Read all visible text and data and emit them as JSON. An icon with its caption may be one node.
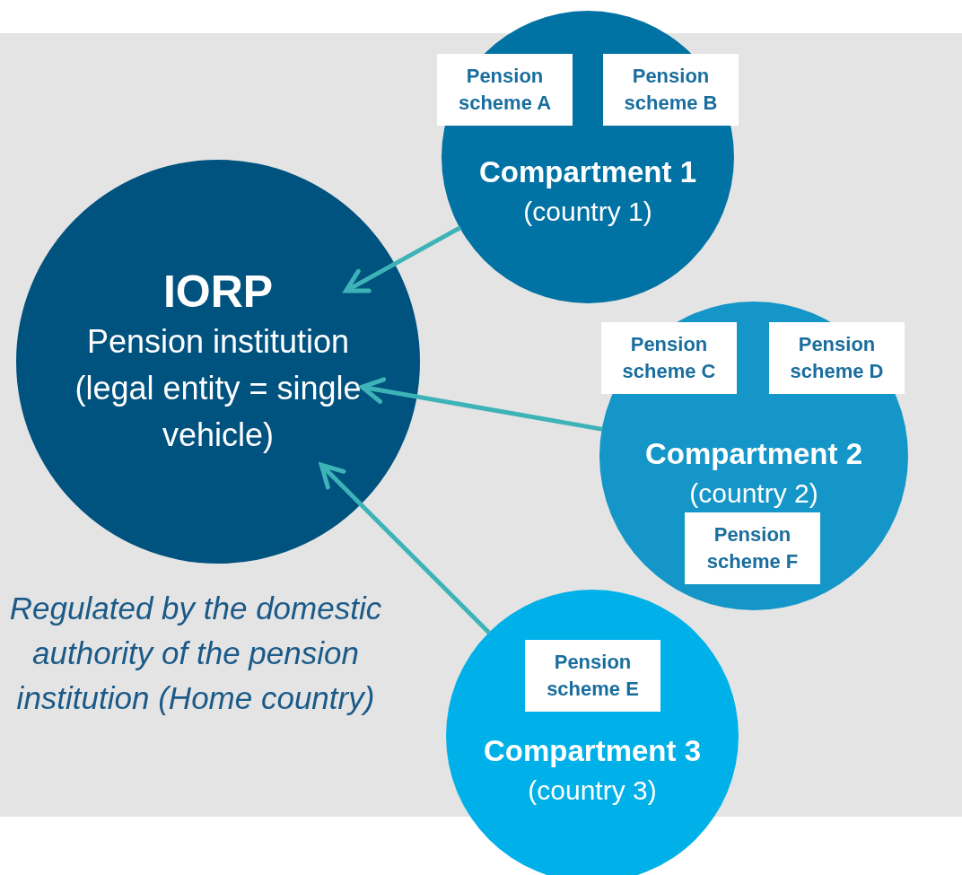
{
  "diagram": {
    "nodes": [
      {
        "text": [
          "IORP",
          "Pension institution (legal entity = single vehicle)"
        ]
      },
      {
        "text": [
          "Compartment 1",
          "(country 1)"
        ]
      },
      {
        "text": [
          "Pension scheme A"
        ],
        "in": 1
      },
      {
        "text": [
          "Pension scheme B"
        ],
        "in": 1
      },
      {
        "text": [
          "Compartment 2",
          "(country 2)"
        ]
      },
      {
        "text": [
          "Pension scheme C"
        ],
        "in": 4
      },
      {
        "text": [
          "Pension scheme D"
        ],
        "in": 4
      },
      {
        "text": [
          "Pension scheme F"
        ],
        "in": 4
      },
      {
        "text": [
          "Compartment 3",
          "(country 3)"
        ]
      },
      {
        "text": [
          "Pension scheme E"
        ],
        "in": 8
      }
    ],
    "edges": [
      {
        "from": 1,
        "to": 0,
        "arrow": "to"
      },
      {
        "from": 4,
        "to": 0,
        "arrow": "to"
      },
      {
        "from": 8,
        "to": 0,
        "arrow": "to"
      }
    ],
    "labels": [
      "Regulated by the domestic authority of the pension institution (Home country)"
    ]
  }
}
